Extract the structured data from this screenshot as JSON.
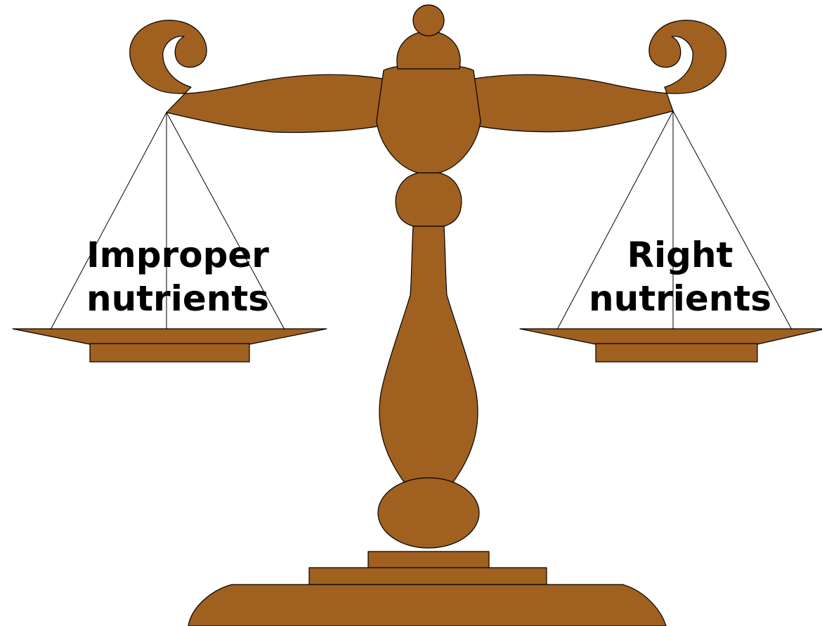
{
  "colors": {
    "wood": "#A0601F",
    "outline": "#000000",
    "background": "#FFFFFF"
  },
  "left_pan": {
    "line1": "Improper",
    "line2": "nutrients"
  },
  "right_pan": {
    "line1": "Right",
    "line2": "nutrients"
  }
}
